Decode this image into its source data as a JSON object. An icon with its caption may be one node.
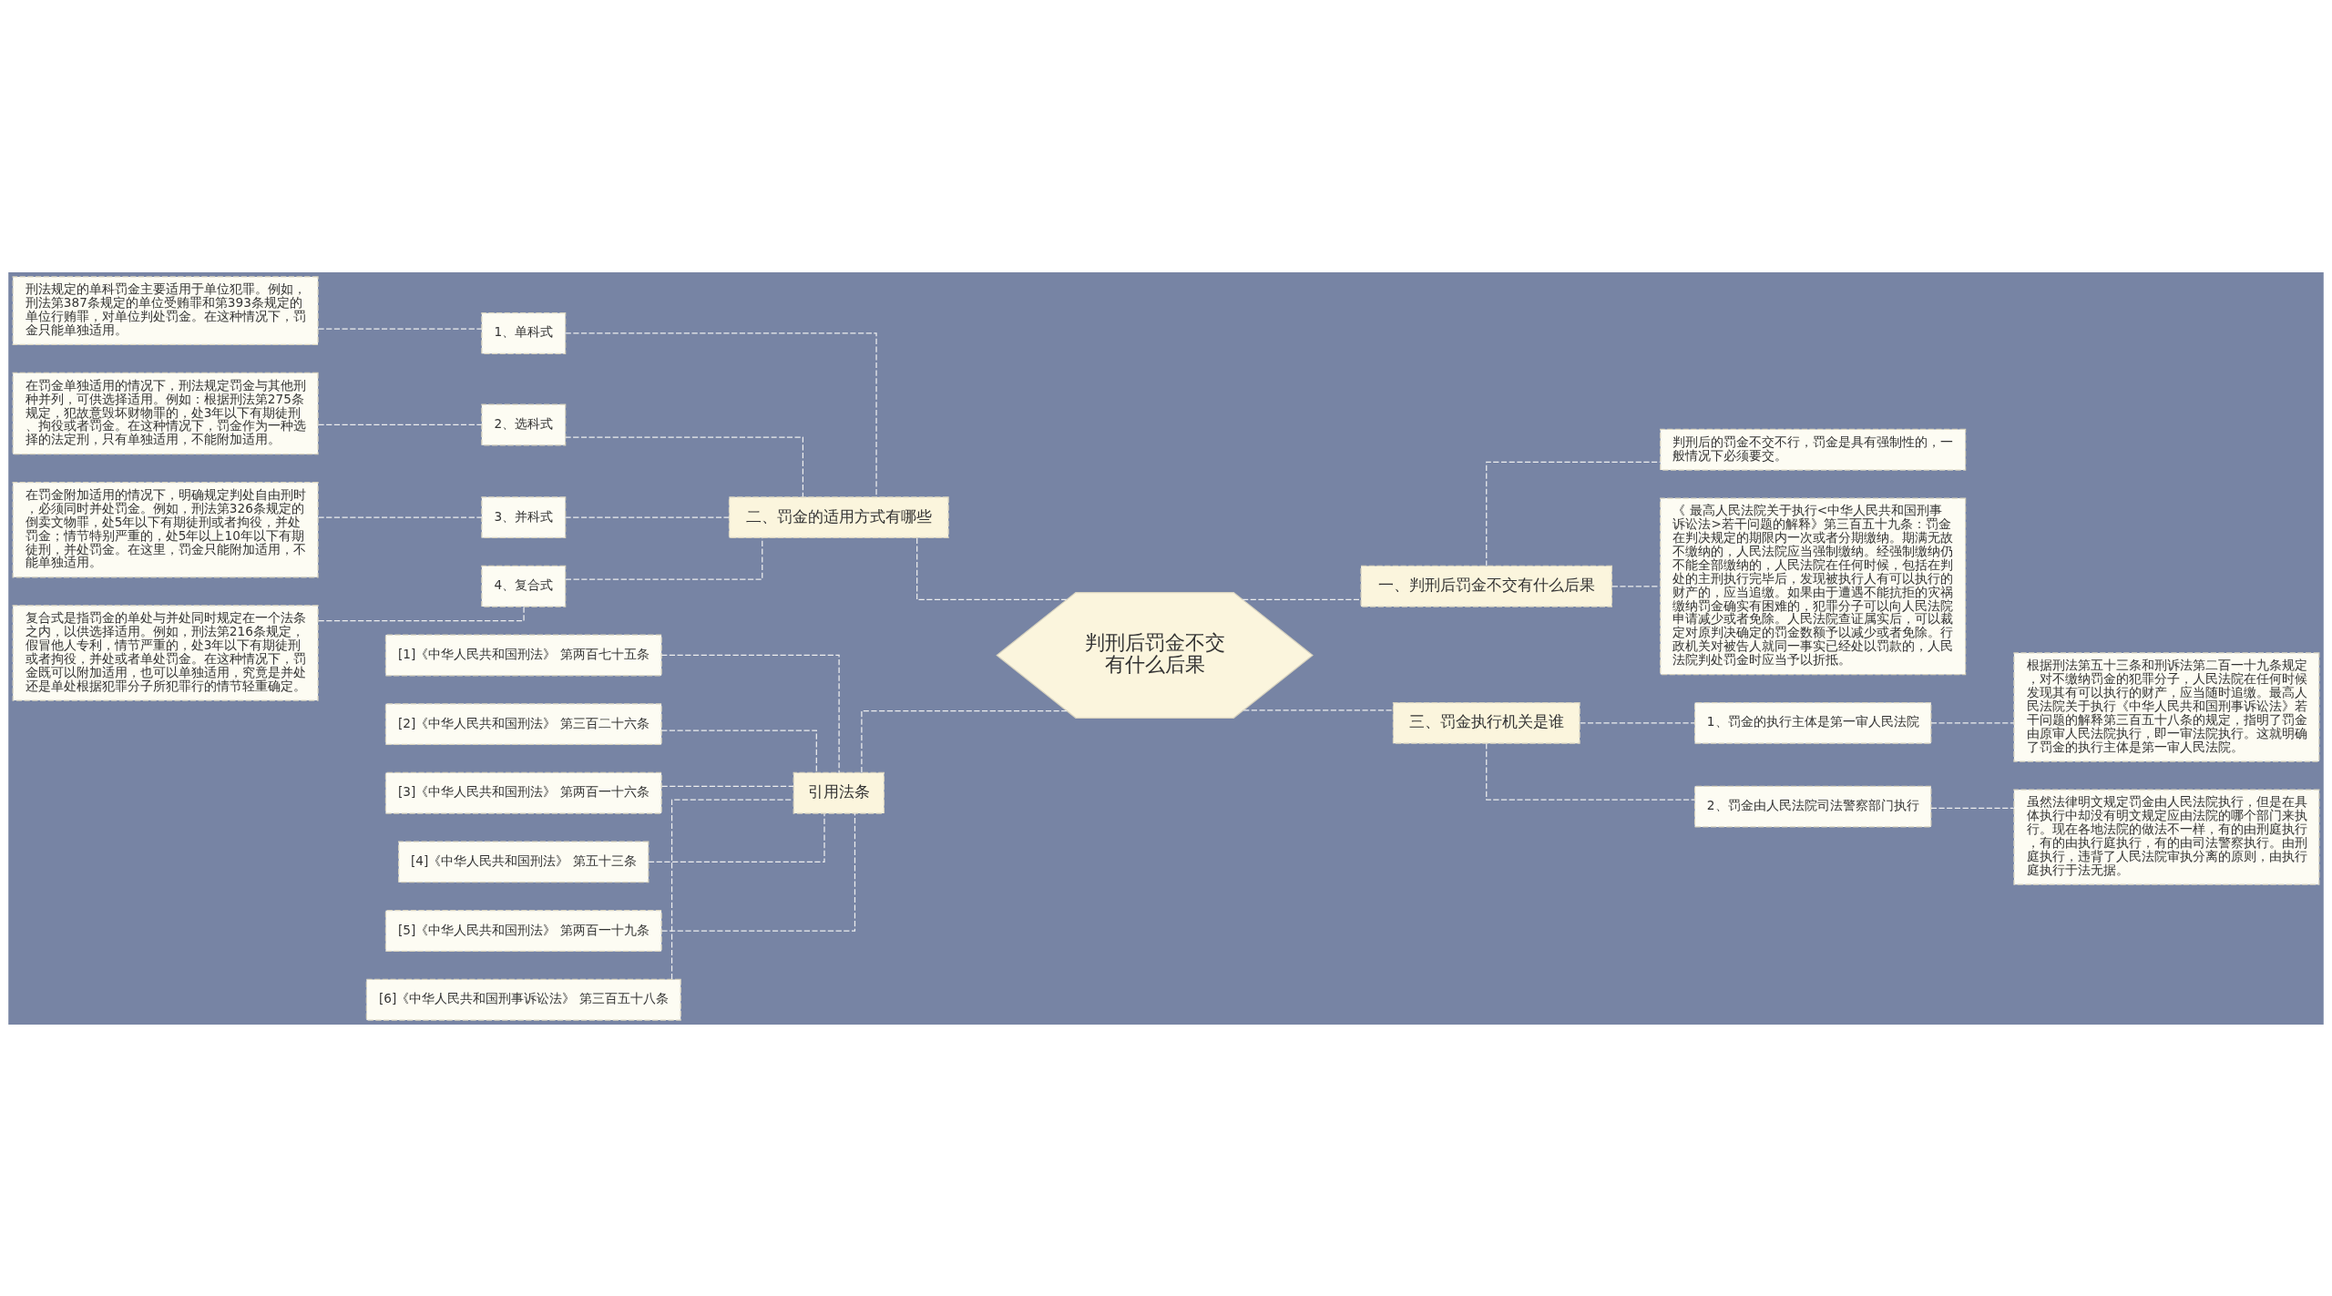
{
  "diagram": {
    "nodes": [
      {
        "text": [
          "判刑后罚金不交有什么后果"
        ]
      },
      {
        "text": [
          "二、罚金的适用方式有哪些"
        ]
      },
      {
        "text": [
          "1、单科式"
        ]
      },
      {
        "text": [
          "刑法规定的单科罚金主要适用于单位犯罪。例如，刑法第387条规定的单位受贿罪和第393条规定的单位行贿罪，对单位判处罚金。在这种情况下，罚金只能单独适用。"
        ]
      },
      {
        "text": [
          "2、选科式"
        ]
      },
      {
        "text": [
          "在罚金单独适用的情况下，刑法规定罚金与其他刑种并列，可供选择适用。例如：根据刑法第275条规定，犯故意毁坏财物罪的，处3年以下有期徒刑、拘役或者罚金。在这种情况下，罚金作为一种选择的法定刑，只有单独适用，不能附加适用。"
        ]
      },
      {
        "text": [
          "3、并科式"
        ]
      },
      {
        "text": [
          "在罚金附加适用的情况下，明确规定判处自由刑时，必须同时并处罚金。例如，刑法第326条规定的倒卖文物罪，处5年以下有期徒刑或者拘役，并处罚金；情节特别严重的，处5年以上10年以下有期徒刑，并处罚金。在这里，罚金只能附加适用，不能单独适用。"
        ]
      },
      {
        "text": [
          "4、复合式"
        ]
      },
      {
        "text": [
          "复合式是指罚金的单处与并处同时规定在一个法条之内，以供选择适用。例如，刑法第216条规定，假冒他人专利，情节严重的，处3年以下有期徒刑或者拘役，并处或者单处罚金。在这种情况下，罚金既可以附加适用，也可以单独适用，究竟是并处还是单处根据犯罪分子所犯罪行的情节轻重确定。"
        ]
      },
      {
        "text": [
          "引用法条"
        ]
      },
      {
        "text": [
          "[1]《中华人民共和国刑法》 第两百七十五条"
        ]
      },
      {
        "text": [
          "[2]《中华人民共和国刑法》 第三百二十六条"
        ]
      },
      {
        "text": [
          "[3]《中华人民共和国刑法》 第两百一十六条"
        ]
      },
      {
        "text": [
          "[4]《中华人民共和国刑法》 第五十三条"
        ]
      },
      {
        "text": [
          "[5]《中华人民共和国刑法》 第两百一十九条"
        ]
      },
      {
        "text": [
          "[6]《中华人民共和国刑事诉讼法》 第三百五十八条"
        ]
      },
      {
        "text": [
          "一、判刑后罚金不交有什么后果"
        ]
      },
      {
        "text": [
          "判刑后的罚金不交不行，罚金是具有强制性的，一般情况下必须要交。"
        ]
      },
      {
        "text": [
          "《 最高人民法院关于执行<中华人民共和国刑事诉讼法>若干问题的解释》第三百五十九条：罚金在判决规定的期限内一次或者分期缴纳。期满无故不缴纳的，人民法院应当强制缴纳。经强制缴纳仍不能全部缴纳的，人民法院在任何时候，包括在判处的主刑执行完毕后，发现被执行人有可以执行的财产的，应当追缴。如果由于遭遇不能抗拒的灾祸缴纳罚金确实有困难的，犯罪分子可以向人民法院申请减少或者免除。人民法院查证属实后，可以裁定对原判决确定的罚金数额予以减少或者免除。行政机关对被告人就同一事实已经处以罚款的，人民法院判处罚金时应当予以折抵。"
        ]
      },
      {
        "text": [
          "三、罚金执行机关是谁"
        ]
      },
      {
        "text": [
          "1、罚金的执行主体是第一审人民法院"
        ]
      },
      {
        "text": [
          "根据刑法第五十三条和刑诉法第二百一十九条规定，对不缴纳罚金的犯罪分子，人民法院在任何时候发现其有可以执行的财产，应当随时追缴。最高人民法院关于执行《中华人民共和国刑事诉讼法》若干问题的解释第三百五十八条的规定，指明了罚金由原审人民法院执行，即一审法院执行。这就明确了罚金的执行主体是第一审人民法院。"
        ]
      },
      {
        "text": [
          "2、罚金由人民法院司法警察部门执行"
        ]
      },
      {
        "text": [
          "虽然法律明文规定罚金由人民法院执行，但是在具体执行中却没有明文规定应由法院的哪个部门来执行。现在各地法院的做法不一样，有的由刑庭执行，有的由执行庭执行，有的由司法警察执行。由刑庭执行，违背了人民法院审执分离的原则，由执行庭执行于法无据。"
        ]
      }
    ],
    "edges": [
      {
        "from": 3,
        "to": 2,
        "arrow": "none",
        "style": "dashed"
      },
      {
        "from": 5,
        "to": 4,
        "arrow": "none",
        "style": "dashed"
      },
      {
        "from": 7,
        "to": 6,
        "arrow": "none",
        "style": "dashed"
      },
      {
        "from": 9,
        "to": 8,
        "arrow": "none",
        "style": "dashed"
      },
      {
        "from": 2,
        "to": 1,
        "arrow": "none",
        "style": "dashed"
      },
      {
        "from": 4,
        "to": 1,
        "arrow": "none",
        "style": "dashed"
      },
      {
        "from": 6,
        "to": 1,
        "arrow": "none",
        "style": "dashed"
      },
      {
        "from": 8,
        "to": 1,
        "arrow": "none",
        "style": "dashed"
      },
      {
        "from": 11,
        "to": 10,
        "arrow": "none",
        "style": "dashed"
      },
      {
        "from": 12,
        "to": 10,
        "arrow": "none",
        "style": "dashed"
      },
      {
        "from": 13,
        "to": 10,
        "arrow": "none",
        "style": "dashed"
      },
      {
        "from": 14,
        "to": 10,
        "arrow": "none",
        "style": "dashed"
      },
      {
        "from": 15,
        "to": 10,
        "arrow": "none",
        "style": "dashed"
      },
      {
        "from": 16,
        "to": 10,
        "arrow": "none",
        "style": "dashed"
      },
      {
        "from": 1,
        "to": 0,
        "arrow": "none",
        "style": "dashed"
      },
      {
        "from": 10,
        "to": 0,
        "arrow": "none",
        "style": "dashed"
      },
      {
        "from": 0,
        "to": 17,
        "arrow": "none",
        "style": "dashed"
      },
      {
        "from": 0,
        "to": 20,
        "arrow": "none",
        "style": "dashed"
      },
      {
        "from": 17,
        "to": 18,
        "arrow": "none",
        "style": "dashed"
      },
      {
        "from": 17,
        "to": 19,
        "arrow": "none",
        "style": "dashed"
      },
      {
        "from": 20,
        "to": 21,
        "arrow": "none",
        "style": "dashed"
      },
      {
        "from": 20,
        "to": 23,
        "arrow": "none",
        "style": "dashed"
      },
      {
        "from": 21,
        "to": 22,
        "arrow": "none",
        "style": "dashed"
      },
      {
        "from": 23,
        "to": 24,
        "arrow": "none",
        "style": "dashed"
      }
    ]
  }
}
